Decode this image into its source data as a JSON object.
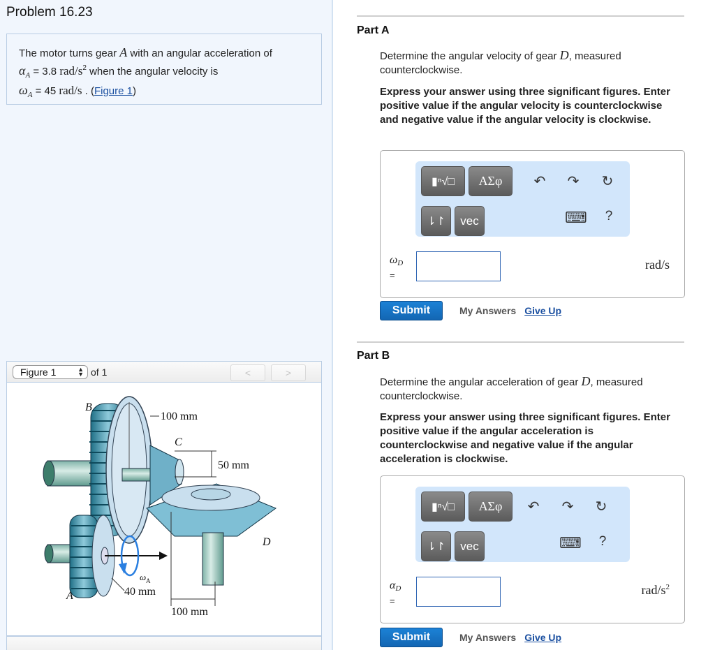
{
  "problem": {
    "title": "Problem 16.23",
    "intro": {
      "text_1": "The motor turns gear ",
      "gear": "A",
      "text_2": " with an angular acceleration of",
      "alpha_sym": "α",
      "alpha_sub": "A",
      "alpha_eq": " = 3.8 ",
      "alpha_unit": "rad/s",
      "alpha_unit_exp": "2",
      "text_3": " when the angular velocity is",
      "omega_sym": "ω",
      "omega_sub": "A",
      "omega_eq": " = 45 ",
      "omega_unit": "rad/s",
      "text_4": " . (",
      "figure_link": "Figure 1",
      "text_5": ")"
    }
  },
  "figure_nav": {
    "selected": "Figure 1",
    "of_label": "of 1",
    "prev": "<",
    "next": ">"
  },
  "figure": {
    "labels": {
      "B": "B",
      "C": "C",
      "D": "D",
      "A": "A",
      "dim_100_top": "100 mm",
      "dim_50": "50 mm",
      "dim_40": "40 mm",
      "dim_100_bottom": "100 mm",
      "omega": "ω",
      "omega_sub": "A"
    }
  },
  "parts": [
    {
      "title": "Part A",
      "question_1": "Determine the angular velocity of gear ",
      "question_var": "D",
      "question_2": ", measured counterclockwise.",
      "instructions": "Express your answer using three significant figures. Enter positive value if the angular velocity is counterclockwise and negative value if the angular velocity is clockwise.",
      "var_sym": "ω",
      "var_sub": "D",
      "eq": "=",
      "input_value": "",
      "unit": "rad/s",
      "unit_exp": ""
    },
    {
      "title": "Part B",
      "question_1": "Determine the angular acceleration of gear ",
      "question_var": "D",
      "question_2": ", measured counterclockwise.",
      "instructions": "Express your answer using three significant figures. Enter positive value if the angular acceleration is counterclockwise and negative value if the angular acceleration is clockwise.",
      "var_sym": "α",
      "var_sub": "D",
      "eq": "=",
      "input_value": "",
      "unit": "rad/s",
      "unit_exp": "2"
    }
  ],
  "toolbar": {
    "templates_icon": "▮ⁿ√□",
    "greek_label": "ΑΣφ",
    "arrows_label": "⇂↾",
    "vec_label": "vec",
    "undo_icon": "↶",
    "redo_icon": "↷",
    "reset_icon": "↻",
    "keyboard_icon": "⌨",
    "help_label": "?"
  },
  "actions": {
    "submit": "Submit",
    "my_answers": "My Answers",
    "give_up": "Give Up"
  },
  "colors": {
    "left_panel_bg": "#f1f6fd",
    "toolbar_bg": "#d2e6fb",
    "submit_bg": "#1877c9",
    "link": "#1a4fa0",
    "input_border": "#3368b5"
  }
}
